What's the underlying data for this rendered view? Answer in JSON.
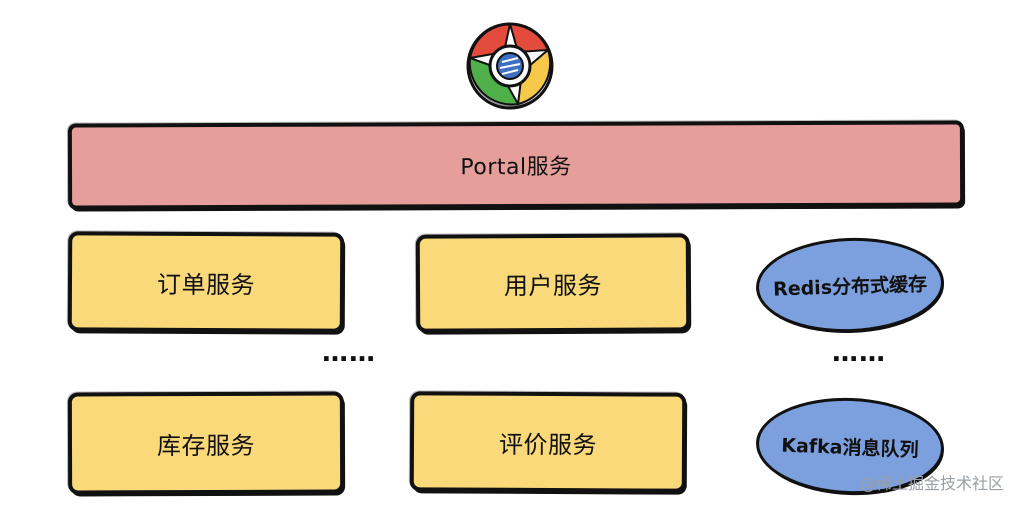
{
  "browser": {
    "icon": "chrome-browser-icon"
  },
  "portal": {
    "label": "Portal服务"
  },
  "services": {
    "order": "订单服务",
    "user": "用户服务",
    "stock": "库存服务",
    "review": "评价服务"
  },
  "middleware": {
    "redis": "Redis分布式缓存",
    "kafka": "Kafka消息队列"
  },
  "ellipsis": {
    "middle": "……",
    "right": "……"
  },
  "watermark": "@稀土掘金技术社区",
  "colors": {
    "portal": "#e69e9b",
    "service": "#f9d97a",
    "middleware": "#7c9fde"
  }
}
